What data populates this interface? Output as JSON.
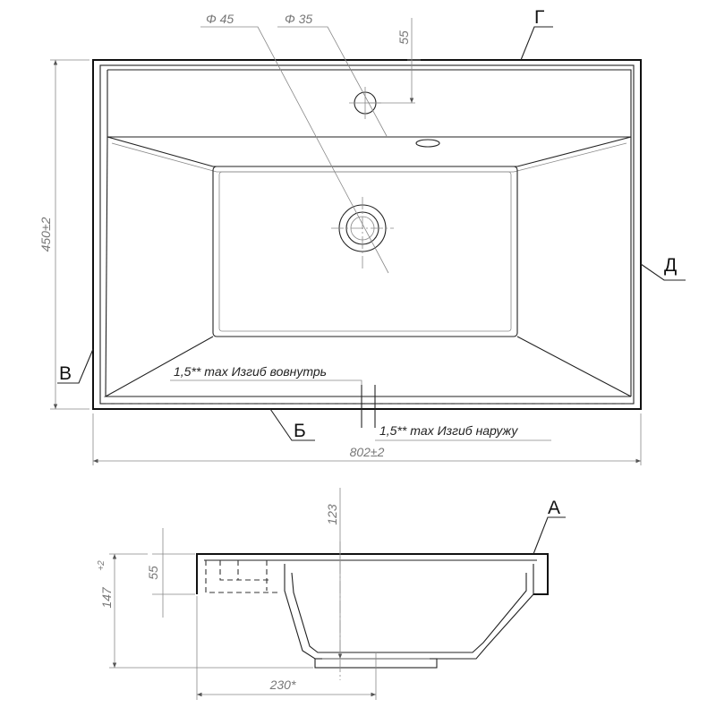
{
  "labels": {
    "A": "А",
    "B": "Б",
    "V": "В",
    "G": "Г",
    "D": "Д"
  },
  "dimensions": {
    "width": "802±2",
    "depth": "450±2",
    "hole_faucet": "Φ 35",
    "hole_drain": "Φ 45",
    "faucet_offset": "55",
    "side_depth": "123",
    "side_rim": "55",
    "side_height_main": "147",
    "side_height_tol": "+2",
    "side_length": "230*"
  },
  "notes": {
    "bend_inward": "1,5** max Изгиб вовнутрь",
    "bend_outward": "1,5** max Изгиб наружу"
  }
}
